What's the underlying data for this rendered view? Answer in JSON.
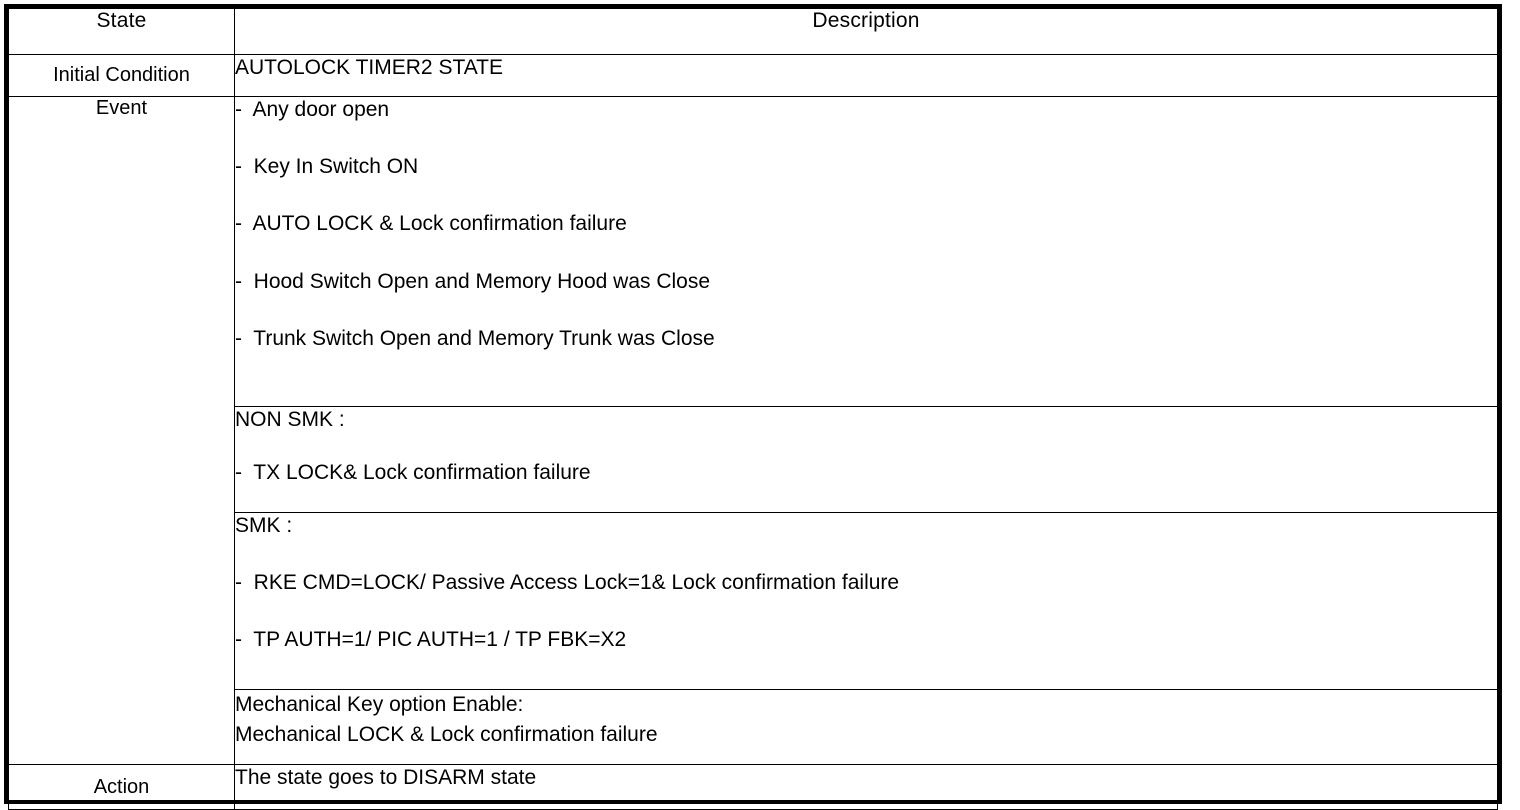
{
  "table": {
    "headers": {
      "state": "State",
      "description": "Description"
    },
    "rows": [
      {
        "state_label": "Initial Condition",
        "description_lines": [
          "AUTOLOCK TIMER2 STATE"
        ]
      },
      {
        "state_label": "Event",
        "description_lines": [
          "-  Any door open",
          "-  Key In Switch ON",
          "-  AUTO LOCK & Lock confirmation failure",
          "-  Hood Switch Open and Memory Hood was Close",
          "-  Trunk Switch Open and Memory Trunk was Close"
        ]
      },
      {
        "state_label": "",
        "description_lines": [
          "NON SMK :",
          "-  TX LOCK& Lock confirmation failure"
        ]
      },
      {
        "state_label": "",
        "description_lines": [
          "SMK :",
          "-  RKE CMD=LOCK/ Passive Access Lock=1& Lock confirmation failure",
          "-  TP AUTH=1/ PIC AUTH=1 / TP FBK=X2"
        ]
      },
      {
        "state_label": "",
        "description_lines": [
          "Mechanical Key option Enable:",
          "Mechanical LOCK & Lock confirmation failure"
        ]
      },
      {
        "state_label": "Action",
        "description_lines": [
          "The state goes to DISARM state"
        ]
      }
    ]
  },
  "colors": {
    "border": "#000000",
    "text": "#000000",
    "background": "#ffffff"
  }
}
